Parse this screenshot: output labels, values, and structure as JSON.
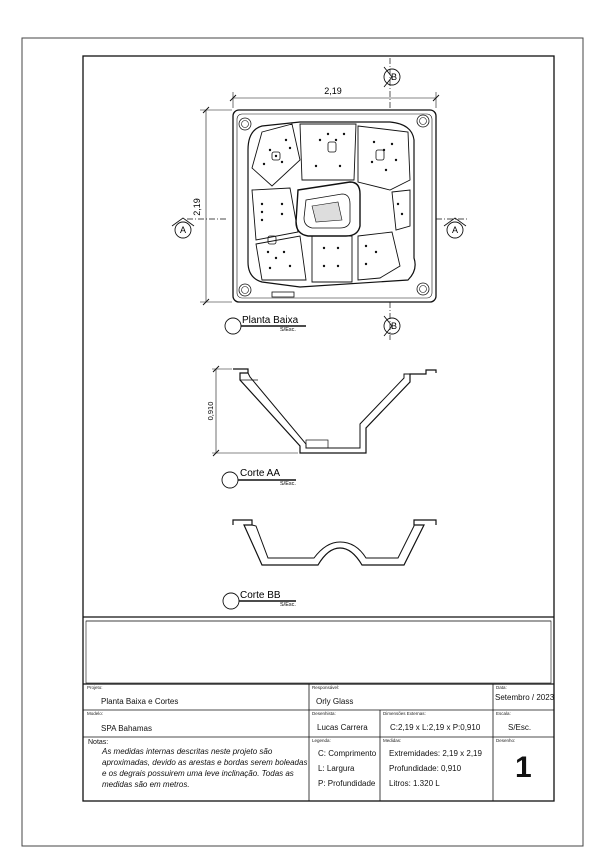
{
  "views": {
    "plan": {
      "title": "Planta Baixa",
      "scale": "S/Esc.",
      "width_dim": "2,19",
      "depth_dim": "2,19",
      "section_a": "A",
      "section_b": "B"
    },
    "section_aa": {
      "title": "Corte AA",
      "scale": "S/Esc.",
      "height_dim": "0,910"
    },
    "section_bb": {
      "title": "Corte BB",
      "scale": "S/Esc."
    }
  },
  "titleblock": {
    "projeto": {
      "label": "Projeto:",
      "value": "Planta Baixa e Cortes"
    },
    "responsavel": {
      "label": "Responsável:",
      "value": "Orly Glass"
    },
    "data": {
      "label": "Data:",
      "value": "Setembro / 2023"
    },
    "modelo": {
      "label": "Modelo:",
      "value": "SPA Bahamas"
    },
    "desenhista": {
      "label": "Desenhista:",
      "value": "Lucas Carrera"
    },
    "dimensoes": {
      "label": "Dimensões Externas:",
      "value": "C:2,19 x L:2,19 x P:0,910"
    },
    "escala": {
      "label": "Escala:",
      "value": "S/Esc."
    },
    "notas": {
      "label": "Notas:",
      "value": "As medidas internas descritas neste projeto são aproximadas, devido as arestas e bordas serem boleadas e os degrais possuirem uma leve inclinação. Todas as medidas são em metros."
    },
    "legenda": {
      "label": "Legenda:",
      "items": [
        "C: Comprimento",
        "L: Largura",
        "P: Profundidade"
      ]
    },
    "medidas": {
      "label": "Medidas:",
      "items": [
        "Extremidades: 2,19 x 2,19",
        "Profundidade: 0,910",
        "Litros: 1.320 L"
      ]
    },
    "desenho": {
      "label": "Desenho:",
      "value": "1"
    }
  }
}
